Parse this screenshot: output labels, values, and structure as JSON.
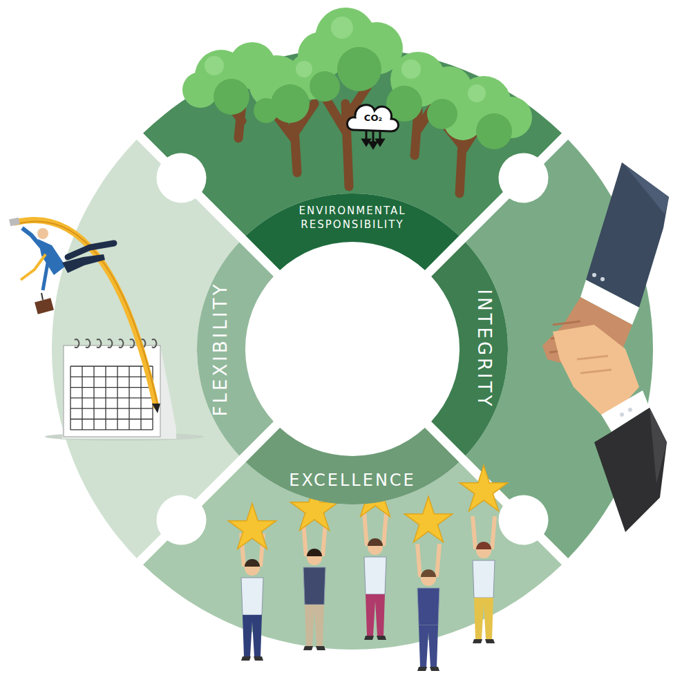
{
  "diagram": {
    "nodes": [
      {
        "text": [
          "ENVIRONMENTAL RESPONSIBILITY"
        ]
      },
      {
        "text": [
          "INTEGRITY"
        ]
      },
      {
        "text": [
          "EXCELLENCE"
        ]
      },
      {
        "text": [
          "FLEXIBILITY"
        ]
      }
    ],
    "labels": [
      "CO₂"
    ]
  }
}
